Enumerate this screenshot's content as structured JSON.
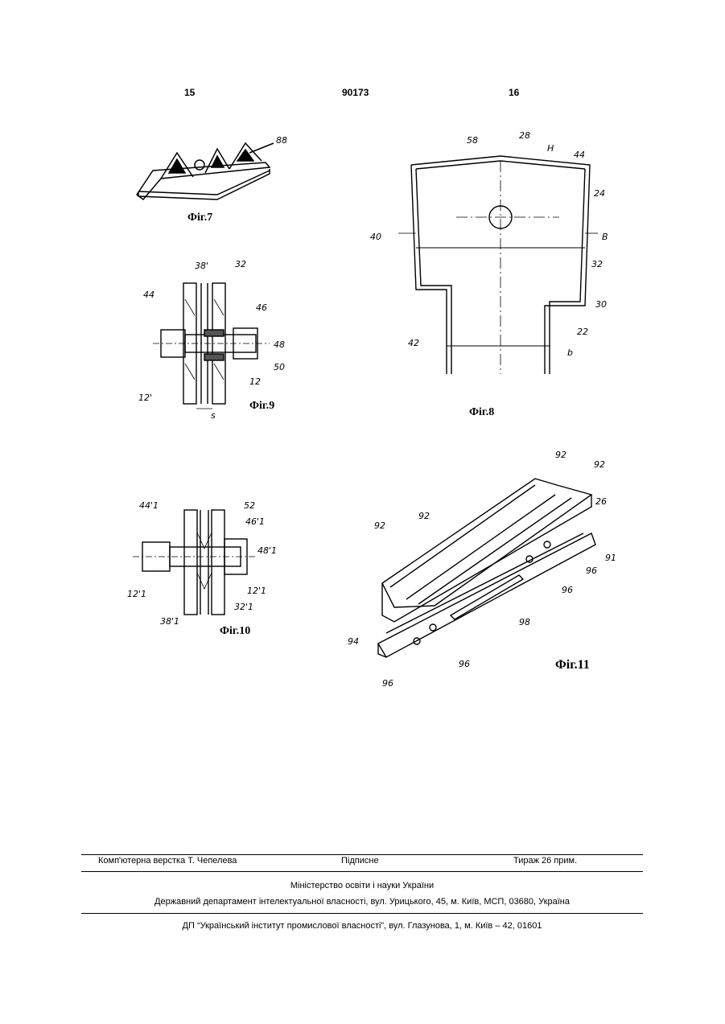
{
  "header": {
    "page_left": "15",
    "patent_number": "90173",
    "page_right": "16"
  },
  "figures": {
    "fig7": {
      "caption": "Фіг.7",
      "labels": [
        "88"
      ]
    },
    "fig8": {
      "caption": "Фіг.8",
      "labels": [
        "58",
        "28",
        "H",
        "44",
        "24",
        "40",
        "B",
        "32",
        "30",
        "42",
        "22",
        "b"
      ]
    },
    "fig9": {
      "caption": "Фіг.9",
      "labels": [
        "38'",
        "32",
        "44",
        "46",
        "48",
        "50",
        "12'",
        "12",
        "s"
      ]
    },
    "fig10": {
      "caption": "Фіг.10",
      "labels": [
        "44'1",
        "52",
        "46'1",
        "48'1",
        "12'1",
        "12'1",
        "38'1",
        "32'1"
      ]
    },
    "fig11": {
      "caption": "Фіг.11",
      "labels": [
        "92",
        "92",
        "26",
        "92",
        "92",
        "91",
        "96",
        "96",
        "98",
        "94",
        "96",
        "96"
      ]
    }
  },
  "footer": {
    "layout": "Комп'ютерна верстка Т. Чепелева",
    "signed": "Підписне",
    "circulation": "Тираж 26 прим.",
    "ministry": "Міністерство освіти і науки України",
    "department": "Державний департамент інтелектуальної власності, вул. Урицького, 45, м. Київ, МСП, 03680, Україна",
    "institute": "ДП “Український інститут промислової власності”, вул. Глазунова, 1, м. Київ – 42, 01601"
  }
}
